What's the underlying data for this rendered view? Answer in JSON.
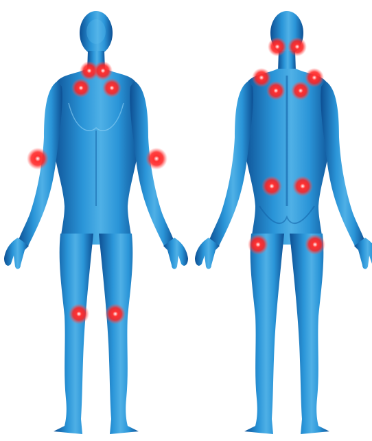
{
  "figures": [
    {
      "name": "front-view",
      "tender_points": [
        "neck-left",
        "neck-right",
        "upper-chest-left",
        "upper-chest-right",
        "elbow-left",
        "elbow-right",
        "knee-left",
        "knee-right"
      ]
    },
    {
      "name": "back-view",
      "tender_points": [
        "occiput-left",
        "occiput-right",
        "trapezius-left",
        "trapezius-right",
        "supraspinatus-left",
        "supraspinatus-right",
        "gluteal-left",
        "gluteal-right",
        "greater-trochanter-left",
        "greater-trochanter-right"
      ]
    }
  ],
  "colors": {
    "background": "#ffffff",
    "body_light": "#4fb0e6",
    "body_mid": "#1f86cf",
    "body_dark": "#0d4f93",
    "tender_point": "#ff2a2a",
    "tender_glow": "#ff5a5a"
  },
  "icons": {
    "figure": "human-body-silhouette",
    "marker": "glowing-red-dot"
  }
}
